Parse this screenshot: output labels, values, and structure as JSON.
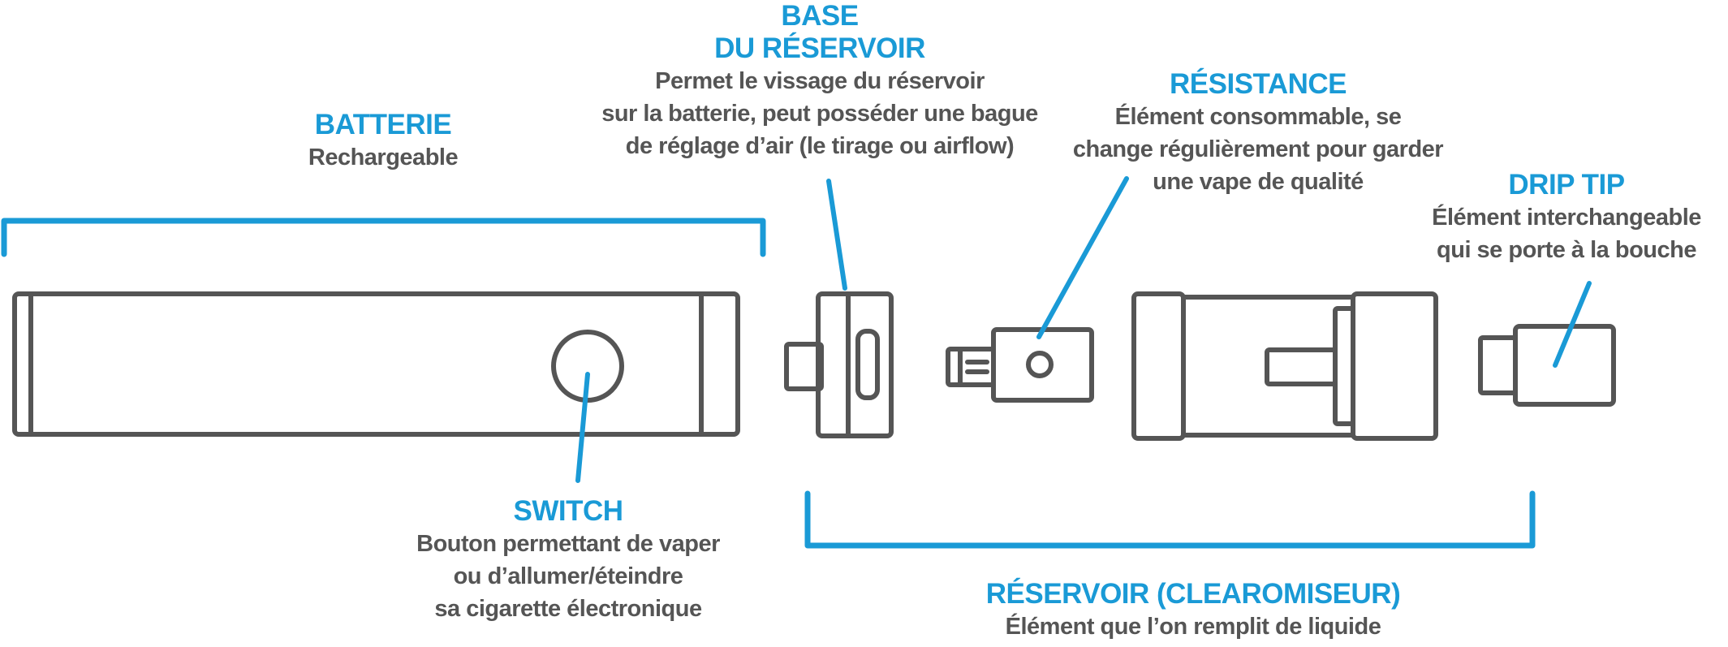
{
  "colors": {
    "accent": "#1a9ad6",
    "outline": "#555555",
    "text": "#555555",
    "background": "#ffffff"
  },
  "labels": {
    "batterie": {
      "title": "BATTERIE",
      "desc": "Rechargeable"
    },
    "base": {
      "title_line1": "BASE",
      "title_line2": "DU RÉSERVOIR",
      "desc_line1": "Permet le vissage du réservoir",
      "desc_line2": "sur la batterie, peut posséder une bague",
      "desc_line3": "de réglage d’air (le tirage ou airflow)"
    },
    "resistance": {
      "title": "RÉSISTANCE",
      "desc_line1": "Élément consommable, se",
      "desc_line2": "change régulièrement pour garder",
      "desc_line3": "une vape de qualité"
    },
    "drip_tip": {
      "title": "DRIP TIP",
      "desc_line1": "Élément interchangeable",
      "desc_line2": "qui se porte à la bouche"
    },
    "switch": {
      "title": "SWITCH",
      "desc_line1": "Bouton permettant de vaper",
      "desc_line2": "ou d’allumer/éteindre",
      "desc_line3": "sa cigarette électronique"
    },
    "reservoir": {
      "title": "RÉSERVOIR (CLEAROMISEUR)",
      "desc": "Élément que l’on remplit de liquide"
    }
  }
}
